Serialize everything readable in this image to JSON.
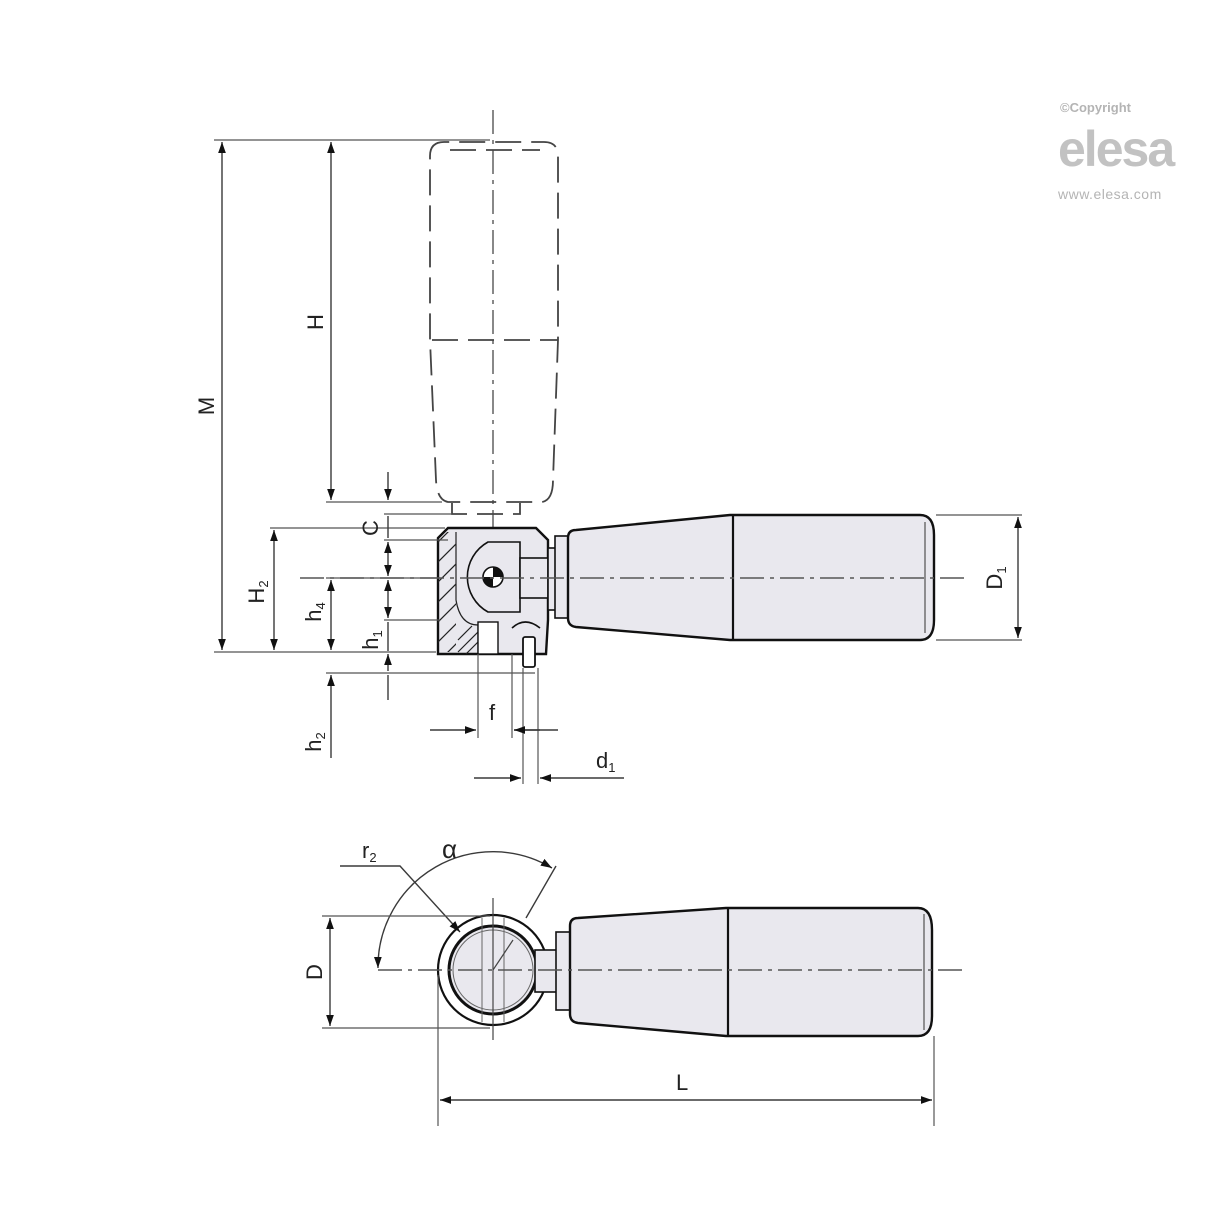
{
  "watermark": {
    "copyright": "©Copyright",
    "brand": "elesa",
    "url": "www.elesa.com"
  },
  "side_view": {
    "dimensions": {
      "M": "M",
      "H": "H",
      "C": "C",
      "H2": {
        "main": "H",
        "sub": "2"
      },
      "h4": {
        "main": "h",
        "sub": "4"
      },
      "h1": {
        "main": "h",
        "sub": "1"
      },
      "h2": {
        "main": "h",
        "sub": "2"
      },
      "f": "f",
      "d1": {
        "main": "d",
        "sub": "1"
      },
      "D1": {
        "main": "D",
        "sub": "1"
      }
    }
  },
  "top_view": {
    "dimensions": {
      "r2": {
        "main": "r",
        "sub": "2"
      },
      "alpha": "α",
      "D": "D",
      "L": "L"
    }
  },
  "colors": {
    "line": "#111111",
    "handle_fill": "#e9e8ee",
    "watermark": "#c2c2c2"
  }
}
